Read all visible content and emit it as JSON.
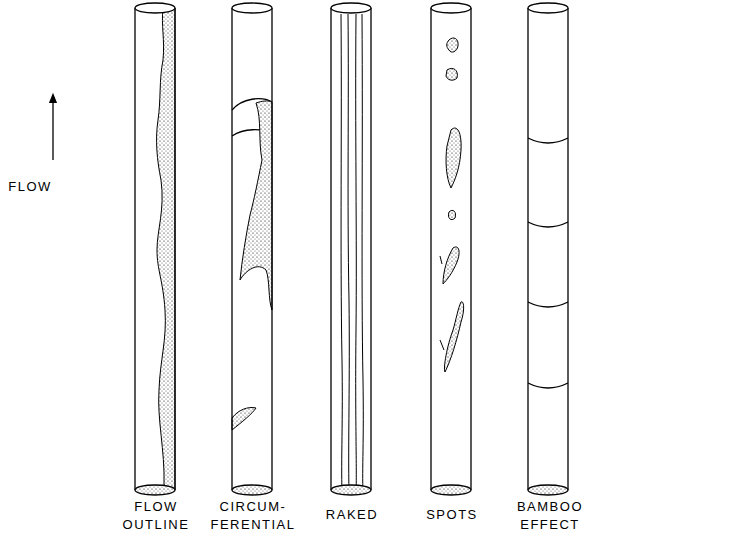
{
  "diagram": {
    "labels": [
      "FLOW",
      "FLOW OUTLINE",
      "CIRCUM- FERENTIAL",
      "RAKED",
      "SPOTS",
      "BAMBOO EFFECT"
    ]
  }
}
